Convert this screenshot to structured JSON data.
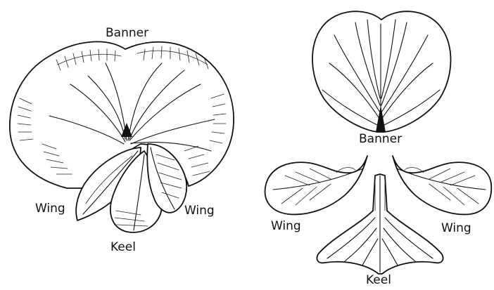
{
  "colors": {
    "ink": "#111111",
    "background": "#ffffff"
  },
  "assembled_flower": {
    "banner_label": "Banner",
    "left_wing_label": "Wing",
    "right_wing_label": "Wing",
    "keel_label": "Keel"
  },
  "dissected_flower": {
    "banner_label": "Banner",
    "left_wing_label": "Wing",
    "right_wing_label": "Wing",
    "keel_label": "Keel"
  }
}
